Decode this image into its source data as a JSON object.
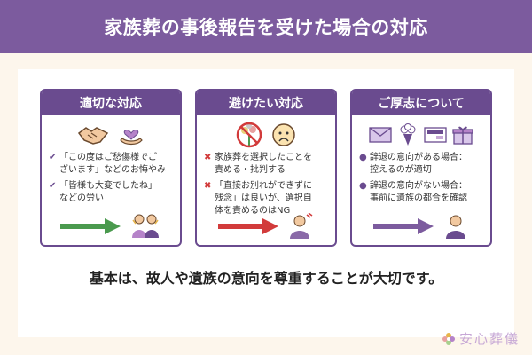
{
  "header": {
    "title": "家族葬の事後報告を受けた場合の対応"
  },
  "cards": [
    {
      "title": "適切な対応",
      "icons": [
        "handshake-icon",
        "heart-hand-icon"
      ],
      "items": [
        {
          "mark": "✔",
          "text": "「この度はご愁傷様でご\nざいます」などのお悔やみ"
        },
        {
          "mark": "✔",
          "text": "「皆様も大変でしたね」\nなどの労い"
        }
      ],
      "arrow_color": "#4a9a4e"
    },
    {
      "title": "避けたい対応",
      "icons": [
        "prohibited-flowers-icon",
        "worried-face-icon"
      ],
      "items": [
        {
          "mark": "✖",
          "text": "家族葬を選択したことを\n責める・批判する"
        },
        {
          "mark": "✖",
          "text": "「直接お別れができずに\n残念」は良いが、選択自\n体を責めるのはNG"
        }
      ],
      "arrow_color": "#d23b3b"
    },
    {
      "title": "ご厚志について",
      "icons": [
        "envelope-icon",
        "bouquet-icon",
        "money-envelope-icon",
        "gift-icon"
      ],
      "items": [
        {
          "mark": "●",
          "text": "辞退の意向がある場合：\n控えるのが適切"
        },
        {
          "mark": "●",
          "text": "辞退の意向がない場合：\n事前に遺族の都合を確認"
        }
      ],
      "arrow_color": "#7c5b9e"
    }
  ],
  "bottom_text": "基本は、故人や遺族の意向を尊重することが大切です。",
  "logo": {
    "text": "安心葬儀"
  },
  "colors": {
    "header": "#7c5b9e",
    "card_border": "#6a4b8f",
    "background": "#fdf6ec"
  }
}
